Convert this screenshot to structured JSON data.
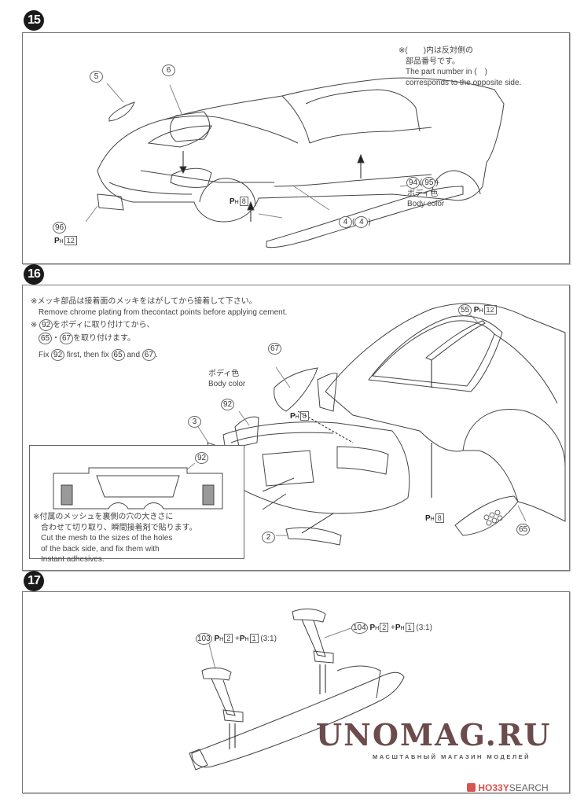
{
  "steps": [
    {
      "number": "15",
      "note_lines": [
        "※(　　)内は反対側の",
        "部品番号です。",
        "The part number in (　)",
        "corresponds to the opposite side."
      ],
      "parts": {
        "p5": "5",
        "p6": "6",
        "p96": "96",
        "p96_ph": "12",
        "p_ph8": "8",
        "p94": "94",
        "p95": "95",
        "body_color_jp": "ボディ色",
        "body_color_en": "Body color",
        "p4": "4",
        "p4_opp": "4"
      }
    },
    {
      "number": "16",
      "note_lines": [
        "※メッキ部品は接着面のメッキをはがしてから接着して下さい。",
        "Remove chrome plating from thecontact points before applying cement."
      ],
      "note2_jp_a_pre": "※ ",
      "note2_jp_a_part": "92",
      "note2_jp_a_post": "をボディに取り付けてから、",
      "note2_jp_b_part1": "65",
      "note2_jp_b_sep": "・",
      "note2_jp_b_part2": "67",
      "note2_jp_b_post": "を取り付けます。",
      "note2_en_a": "Fix ",
      "note2_en_p1": "92",
      "note2_en_b": " first, then fix ",
      "note2_en_p2": "65",
      "note2_en_c": " and ",
      "note2_en_p3": "67",
      "note2_en_d": ".",
      "parts": {
        "p55": "55",
        "p55_ph": "12",
        "p67": "67",
        "body_color_jp": "ボディ色",
        "body_color_en": "Body color",
        "p92": "92",
        "p3": "3",
        "p_ph8_a": "8",
        "p_ph8_b": "8",
        "p2": "2",
        "p65": "65",
        "inset_p92": "92"
      },
      "inset_note_lines": [
        "※付属のメッシュを裏側の穴の大きさに",
        "合わせて切り取り、瞬間接着剤で貼ります。",
        "Cut the mesh to the sizes of the holes",
        "of the back side, and fix them with",
        "Instant adhesives."
      ]
    },
    {
      "number": "17",
      "parts": {
        "p103": "103",
        "p104": "104",
        "ph_a": "2",
        "ph_b": "1",
        "ratio": "(3:1)",
        "plus": "+"
      }
    }
  ],
  "ph_letter": "P",
  "ph_sub": "H",
  "watermark": {
    "title": "UNOMAG.RU",
    "subtitle": "МАСШТАБНЫЙ МАГАЗИН МОДЕЛЕЙ",
    "hs_hobby": "HO33Y",
    "hs_search": "SEARCH",
    "colors": {
      "title": "#6b4b4b",
      "hobby": "#d9534f",
      "search": "#666666"
    }
  }
}
